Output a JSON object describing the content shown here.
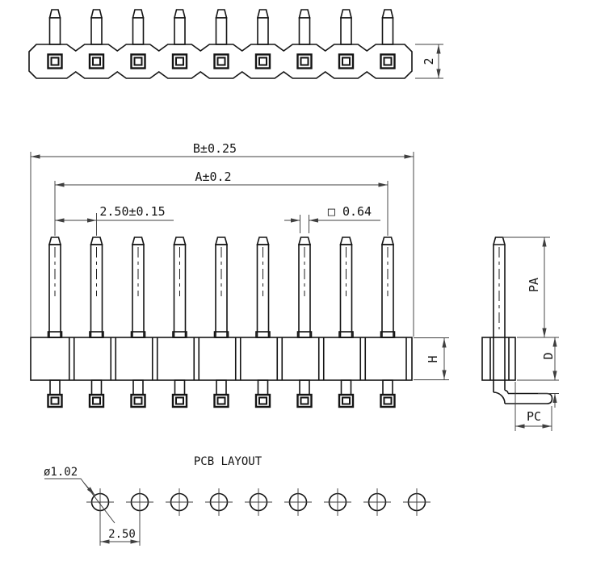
{
  "colors": {
    "line": "#141414",
    "dim": "#3f3f3f",
    "background": "#ffffff"
  },
  "views": {
    "pin_count": 9,
    "hole_count": 9
  },
  "labels": {
    "overall_width": "B±0.25",
    "pin_span": "A±0.2",
    "pitch": "2.50±0.15",
    "pin_square": "□ 0.64",
    "body_thickness": "2",
    "body_height": "H",
    "pin_above": "PA",
    "dim_d": "D",
    "tail_length": "PC",
    "pcb_title": "PCB LAYOUT",
    "hole_diameter": "ø1.02",
    "hole_pitch": "2.50"
  }
}
